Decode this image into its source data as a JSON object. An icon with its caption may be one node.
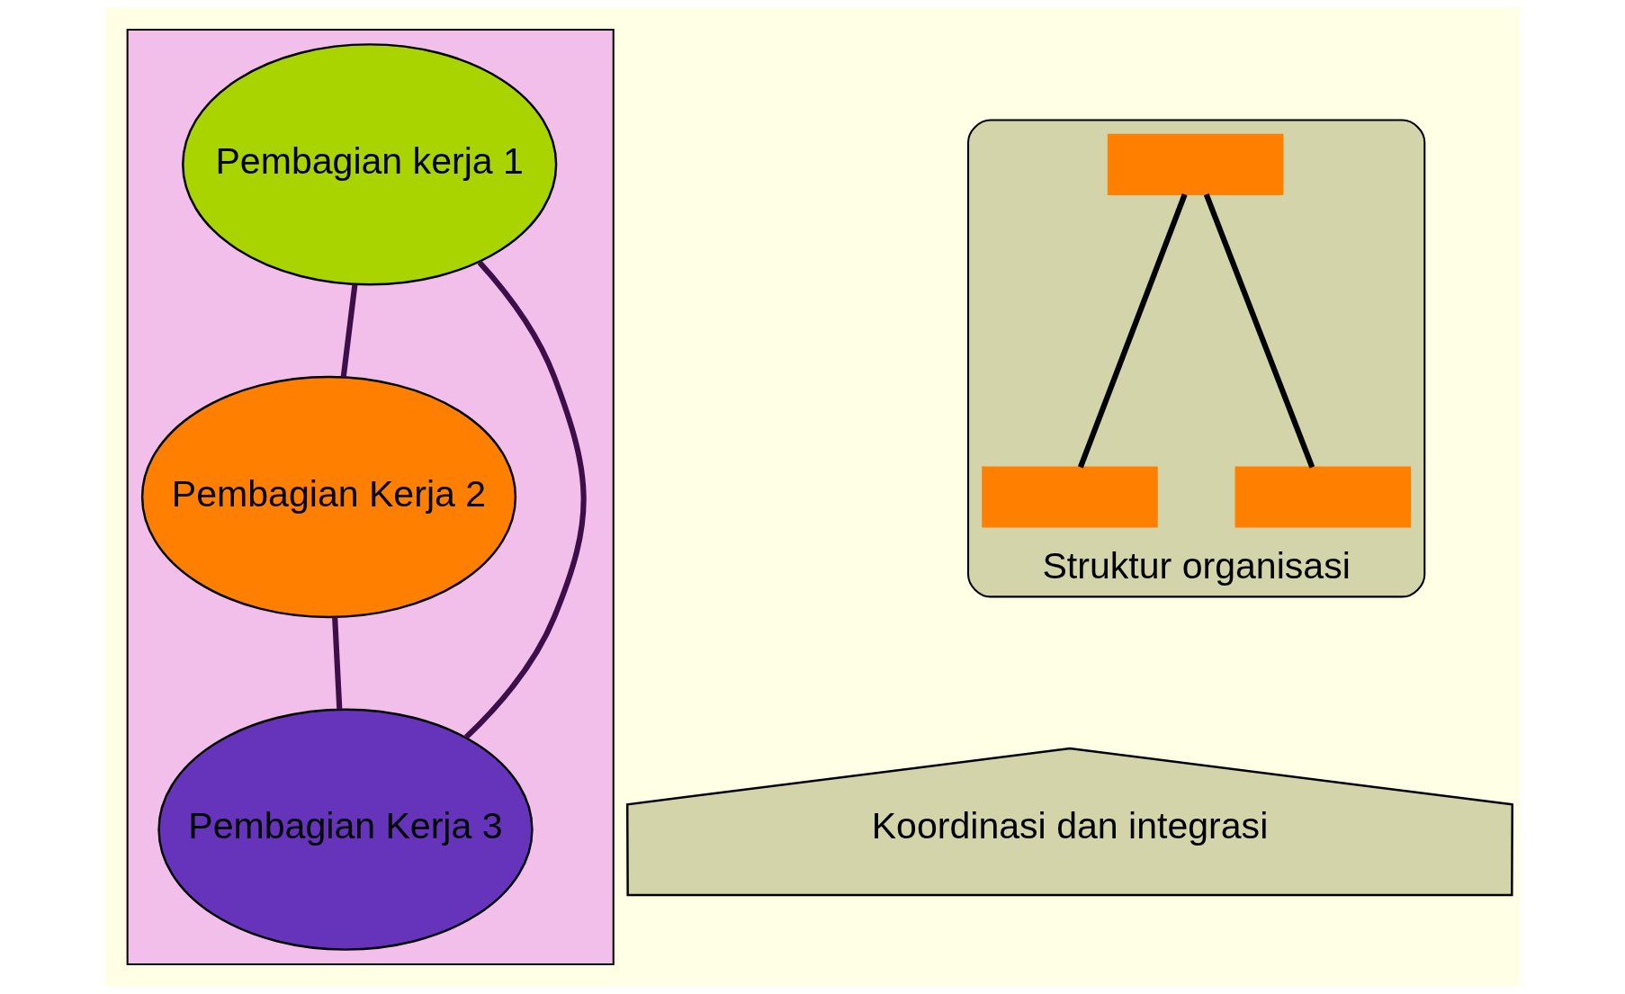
{
  "diagram": {
    "nodes": [
      {
        "text": [],
        "shape": "box"
      },
      {
        "text": [
          "Pembagian kerja 1"
        ],
        "in": 0
      },
      {
        "text": [
          "Pembagian Kerja 2"
        ],
        "in": 0
      },
      {
        "text": [
          "Pembagian Kerja 3"
        ],
        "in": 0
      },
      {
        "text": [
          "Struktur organisasi"
        ]
      },
      {
        "text": [],
        "shape": "box",
        "in": 4
      },
      {
        "text": [],
        "shape": "box",
        "in": 4
      },
      {
        "text": [],
        "shape": "box",
        "in": 4
      },
      {
        "text": [
          "Koordinasi dan integrasi"
        ]
      }
    ],
    "edges": [
      {
        "from": 1,
        "to": 2,
        "arrow": "none"
      },
      {
        "from": 1,
        "to": 3,
        "arrow": "none"
      },
      {
        "from": 2,
        "to": 3,
        "arrow": "none"
      },
      {
        "from": 5,
        "to": 6,
        "arrow": "none",
        "color": "#000000"
      },
      {
        "from": 5,
        "to": 7,
        "arrow": "none",
        "color": "#000000"
      }
    ]
  }
}
